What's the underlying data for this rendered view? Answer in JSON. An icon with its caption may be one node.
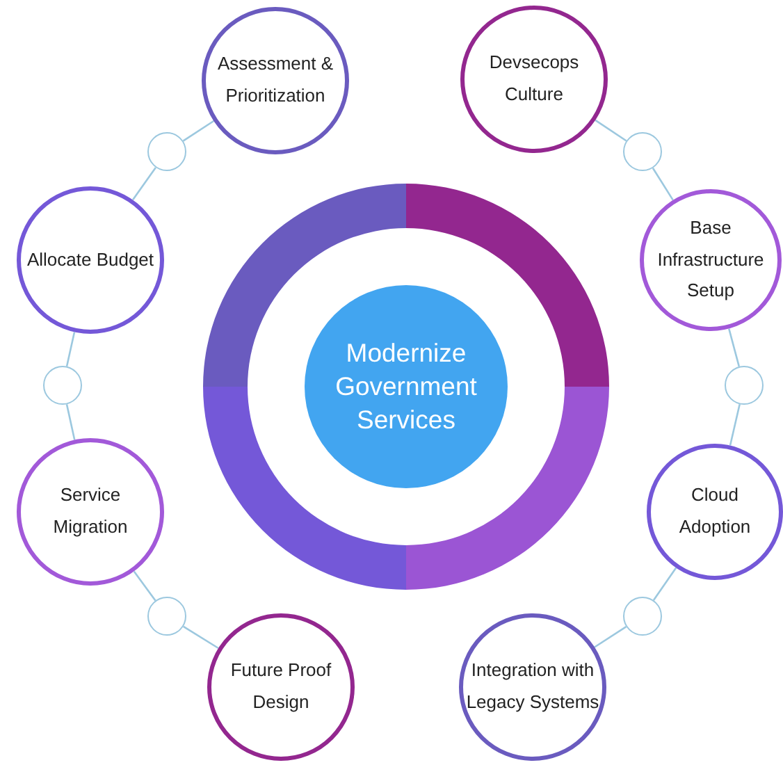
{
  "diagram": {
    "nodes": [
      {
        "text": [
          "Assessment & Prioritization"
        ]
      },
      {
        "text": [
          "Devsecops Culture"
        ]
      },
      {
        "text": [],
        "shape": "circle"
      },
      {
        "text": [],
        "shape": "circle"
      },
      {
        "text": [
          "Allocate Budget"
        ]
      },
      {
        "text": [
          "Base Infrastructure Setup"
        ]
      },
      {
        "text": [
          "Modernize Government Services"
        ]
      },
      {
        "text": [],
        "shape": "circle"
      },
      {
        "text": [],
        "shape": "circle"
      },
      {
        "text": [
          "Service Migration"
        ]
      },
      {
        "text": [
          "Cloud Adoption"
        ]
      },
      {
        "text": [],
        "shape": "circle"
      },
      {
        "text": [],
        "shape": "circle"
      },
      {
        "text": [
          "Future Proof Design"
        ]
      },
      {
        "text": [
          "Integration with Legacy Systems"
        ]
      }
    ],
    "edges": [
      {
        "from": 0,
        "to": 2,
        "arrow": "none"
      },
      {
        "from": 2,
        "to": 4,
        "arrow": "none"
      },
      {
        "from": 1,
        "to": 3,
        "arrow": "none"
      },
      {
        "from": 3,
        "to": 5,
        "arrow": "none"
      },
      {
        "from": 4,
        "to": 7,
        "arrow": "none"
      },
      {
        "from": 7,
        "to": 9,
        "arrow": "none"
      },
      {
        "from": 5,
        "to": 8,
        "arrow": "none"
      },
      {
        "from": 8,
        "to": 10,
        "arrow": "none"
      },
      {
        "from": 9,
        "to": 11,
        "arrow": "none"
      },
      {
        "from": 11,
        "to": 13,
        "arrow": "none"
      },
      {
        "from": 10,
        "to": 12,
        "arrow": "none"
      },
      {
        "from": 12,
        "to": 14,
        "arrow": "none"
      }
    ]
  }
}
